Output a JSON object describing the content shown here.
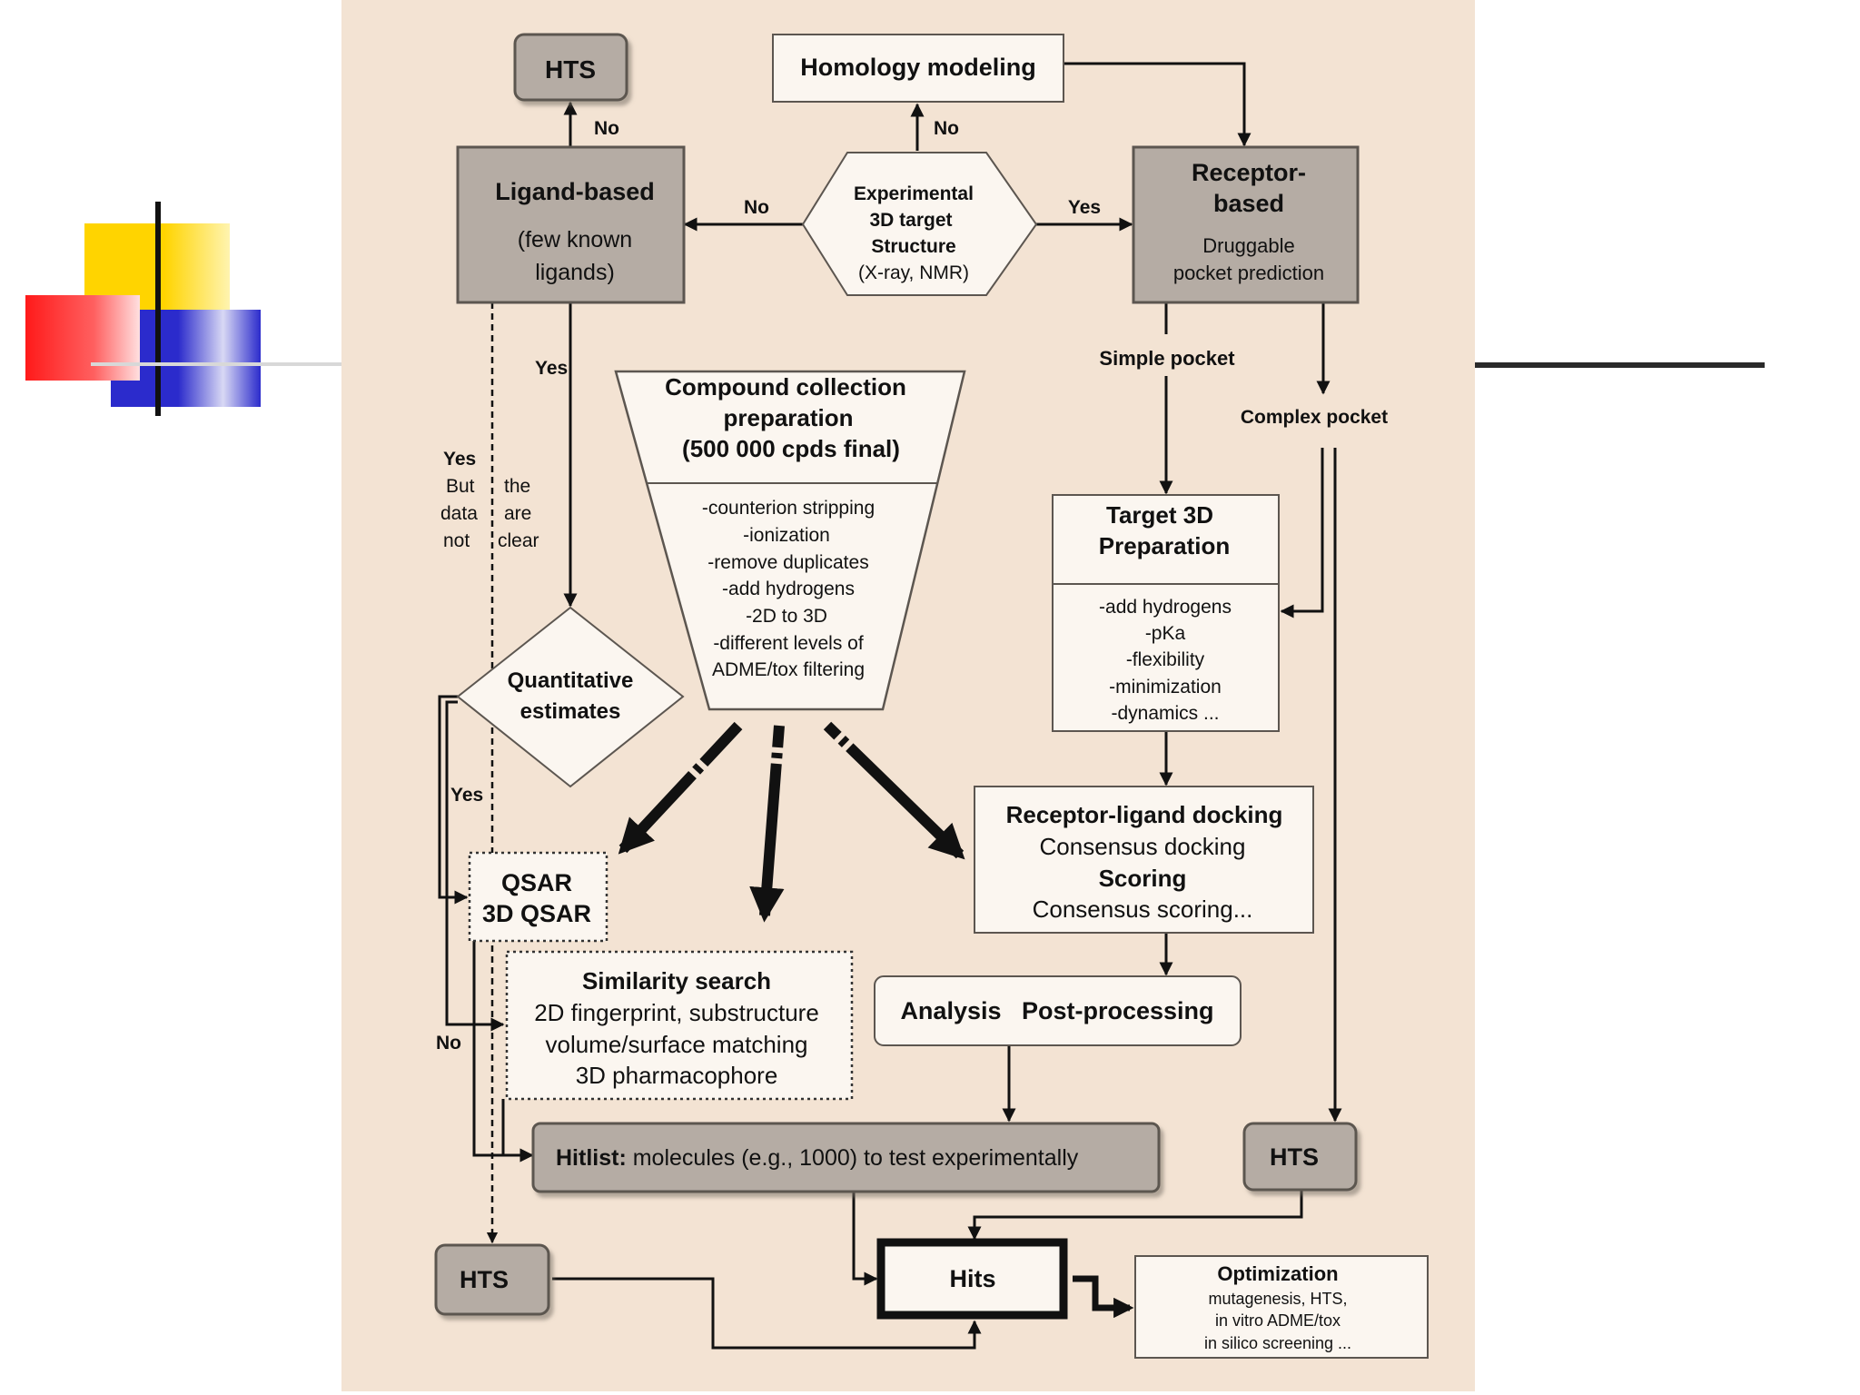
{
  "colors": {
    "panel_bg": "#f3e3d3",
    "box_gray": "#b5aca4",
    "box_border": "#5c5650",
    "box_white": "#fbf6f0",
    "deco_yellow": "#ffd400",
    "deco_red": "#ff1a1a",
    "deco_blue": "#2b2bcc",
    "deco_line": "#2a2a2a"
  },
  "nodes": {
    "hts_top": "HTS",
    "homology": "Homology modeling",
    "no_hts": "No",
    "no_homology": "No",
    "ligand": {
      "title": "Ligand-based",
      "sub1": "(few known",
      "sub2": "ligands)"
    },
    "no_ligand": "No",
    "yes_receptor": "Yes",
    "experimental": {
      "l1": "Experimental",
      "l2": "3D target",
      "l3": "Structure",
      "l4": "(X-ray, NMR)"
    },
    "receptor": {
      "l1": "Receptor-",
      "l2": "based",
      "l3": "Druggable",
      "l4": "pocket prediction"
    },
    "simple_pocket": "Simple pocket",
    "complex_pocket": "Complex  pocket",
    "yes_quant": "Yes",
    "yes_but": {
      "l1": "Yes",
      "l2": "But",
      "l3": "the",
      "l4": "data",
      "l5": "are",
      "l6": "not",
      "l7": "clear"
    },
    "compound": {
      "t1": "Compound collection",
      "t2": "preparation",
      "t3": "(500 000 cpds final)",
      "steps": [
        "-counterion stripping",
        "-ionization",
        "-remove duplicates",
        "-add hydrogens",
        "-2D to 3D",
        "-different levels of",
        "ADME/tox filtering"
      ]
    },
    "target3d": {
      "t1": "Target 3D",
      "t2": "Preparation",
      "steps": [
        "-add hydrogens",
        "-pKa",
        "-flexibility",
        "-minimization",
        "-dynamics ..."
      ]
    },
    "quant": {
      "l1": "Quantitative",
      "l2": "estimates"
    },
    "yes_qsar": "Yes",
    "no_sim": "No",
    "qsar": {
      "l1": "QSAR",
      "l2": "3D QSAR"
    },
    "docking": {
      "l1": "Receptor-ligand docking",
      "l2": "Consensus docking",
      "l3": "Scoring",
      "l4": "Consensus scoring..."
    },
    "similarity": {
      "l1": "Similarity search",
      "l2": "2D fingerprint, substructure",
      "l3": "volume/surface matching",
      "l4": "3D pharmacophore"
    },
    "analysis": "Analysis   Post-processing",
    "hitlist_bold": "Hitlist:",
    "hitlist_rest": " molecules (e.g., 1000) to test experimentally",
    "hts_right": "HTS",
    "hts_bottom": "HTS",
    "hits": "Hits",
    "optimization": {
      "l1": "Optimization",
      "l2": "mutagenesis, HTS,",
      "l3": "in vitro ADME/tox",
      "l4": "in silico screening ..."
    }
  }
}
